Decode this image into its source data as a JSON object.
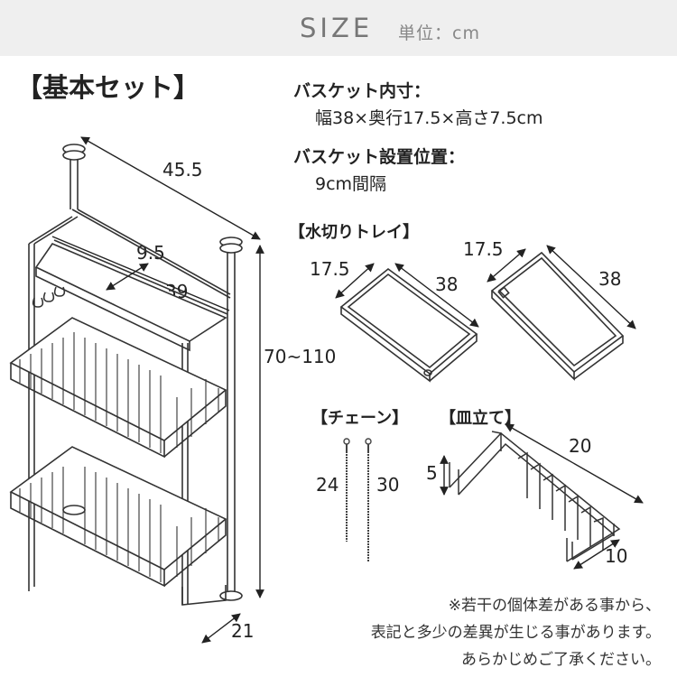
{
  "header": {
    "title": "SIZE",
    "unit": "単位：cm"
  },
  "sections": {
    "basic_set": "【基本セット】",
    "basket_inner_heading": "バスケット内寸：",
    "basket_inner_value": "幅38×奥行17.5×高さ7.5cm",
    "basket_pos_heading": "バスケット設置位置：",
    "basket_pos_value": "9cm間隔",
    "drain_tray": "【水切りトレイ】",
    "chain": "【チェーン】",
    "dish_rack": "【皿立て】"
  },
  "dimensions": {
    "rack_width_top": "45.5",
    "rack_shelf_depth": "9.5",
    "rack_shelf_width": "39",
    "rack_height": "70~110",
    "rack_depth_bottom": "21",
    "tray1_depth": "17.5",
    "tray1_width": "38",
    "tray2_depth": "17.5",
    "tray2_width": "38",
    "chain1": "24",
    "chain2": "30",
    "dish_width": "20",
    "dish_height": "5",
    "dish_depth": "10"
  },
  "notes": [
    "※若干の個体差がある事から、",
    "表記と多少の差異が生じる事があります。",
    "あらかじめご了承ください。"
  ]
}
